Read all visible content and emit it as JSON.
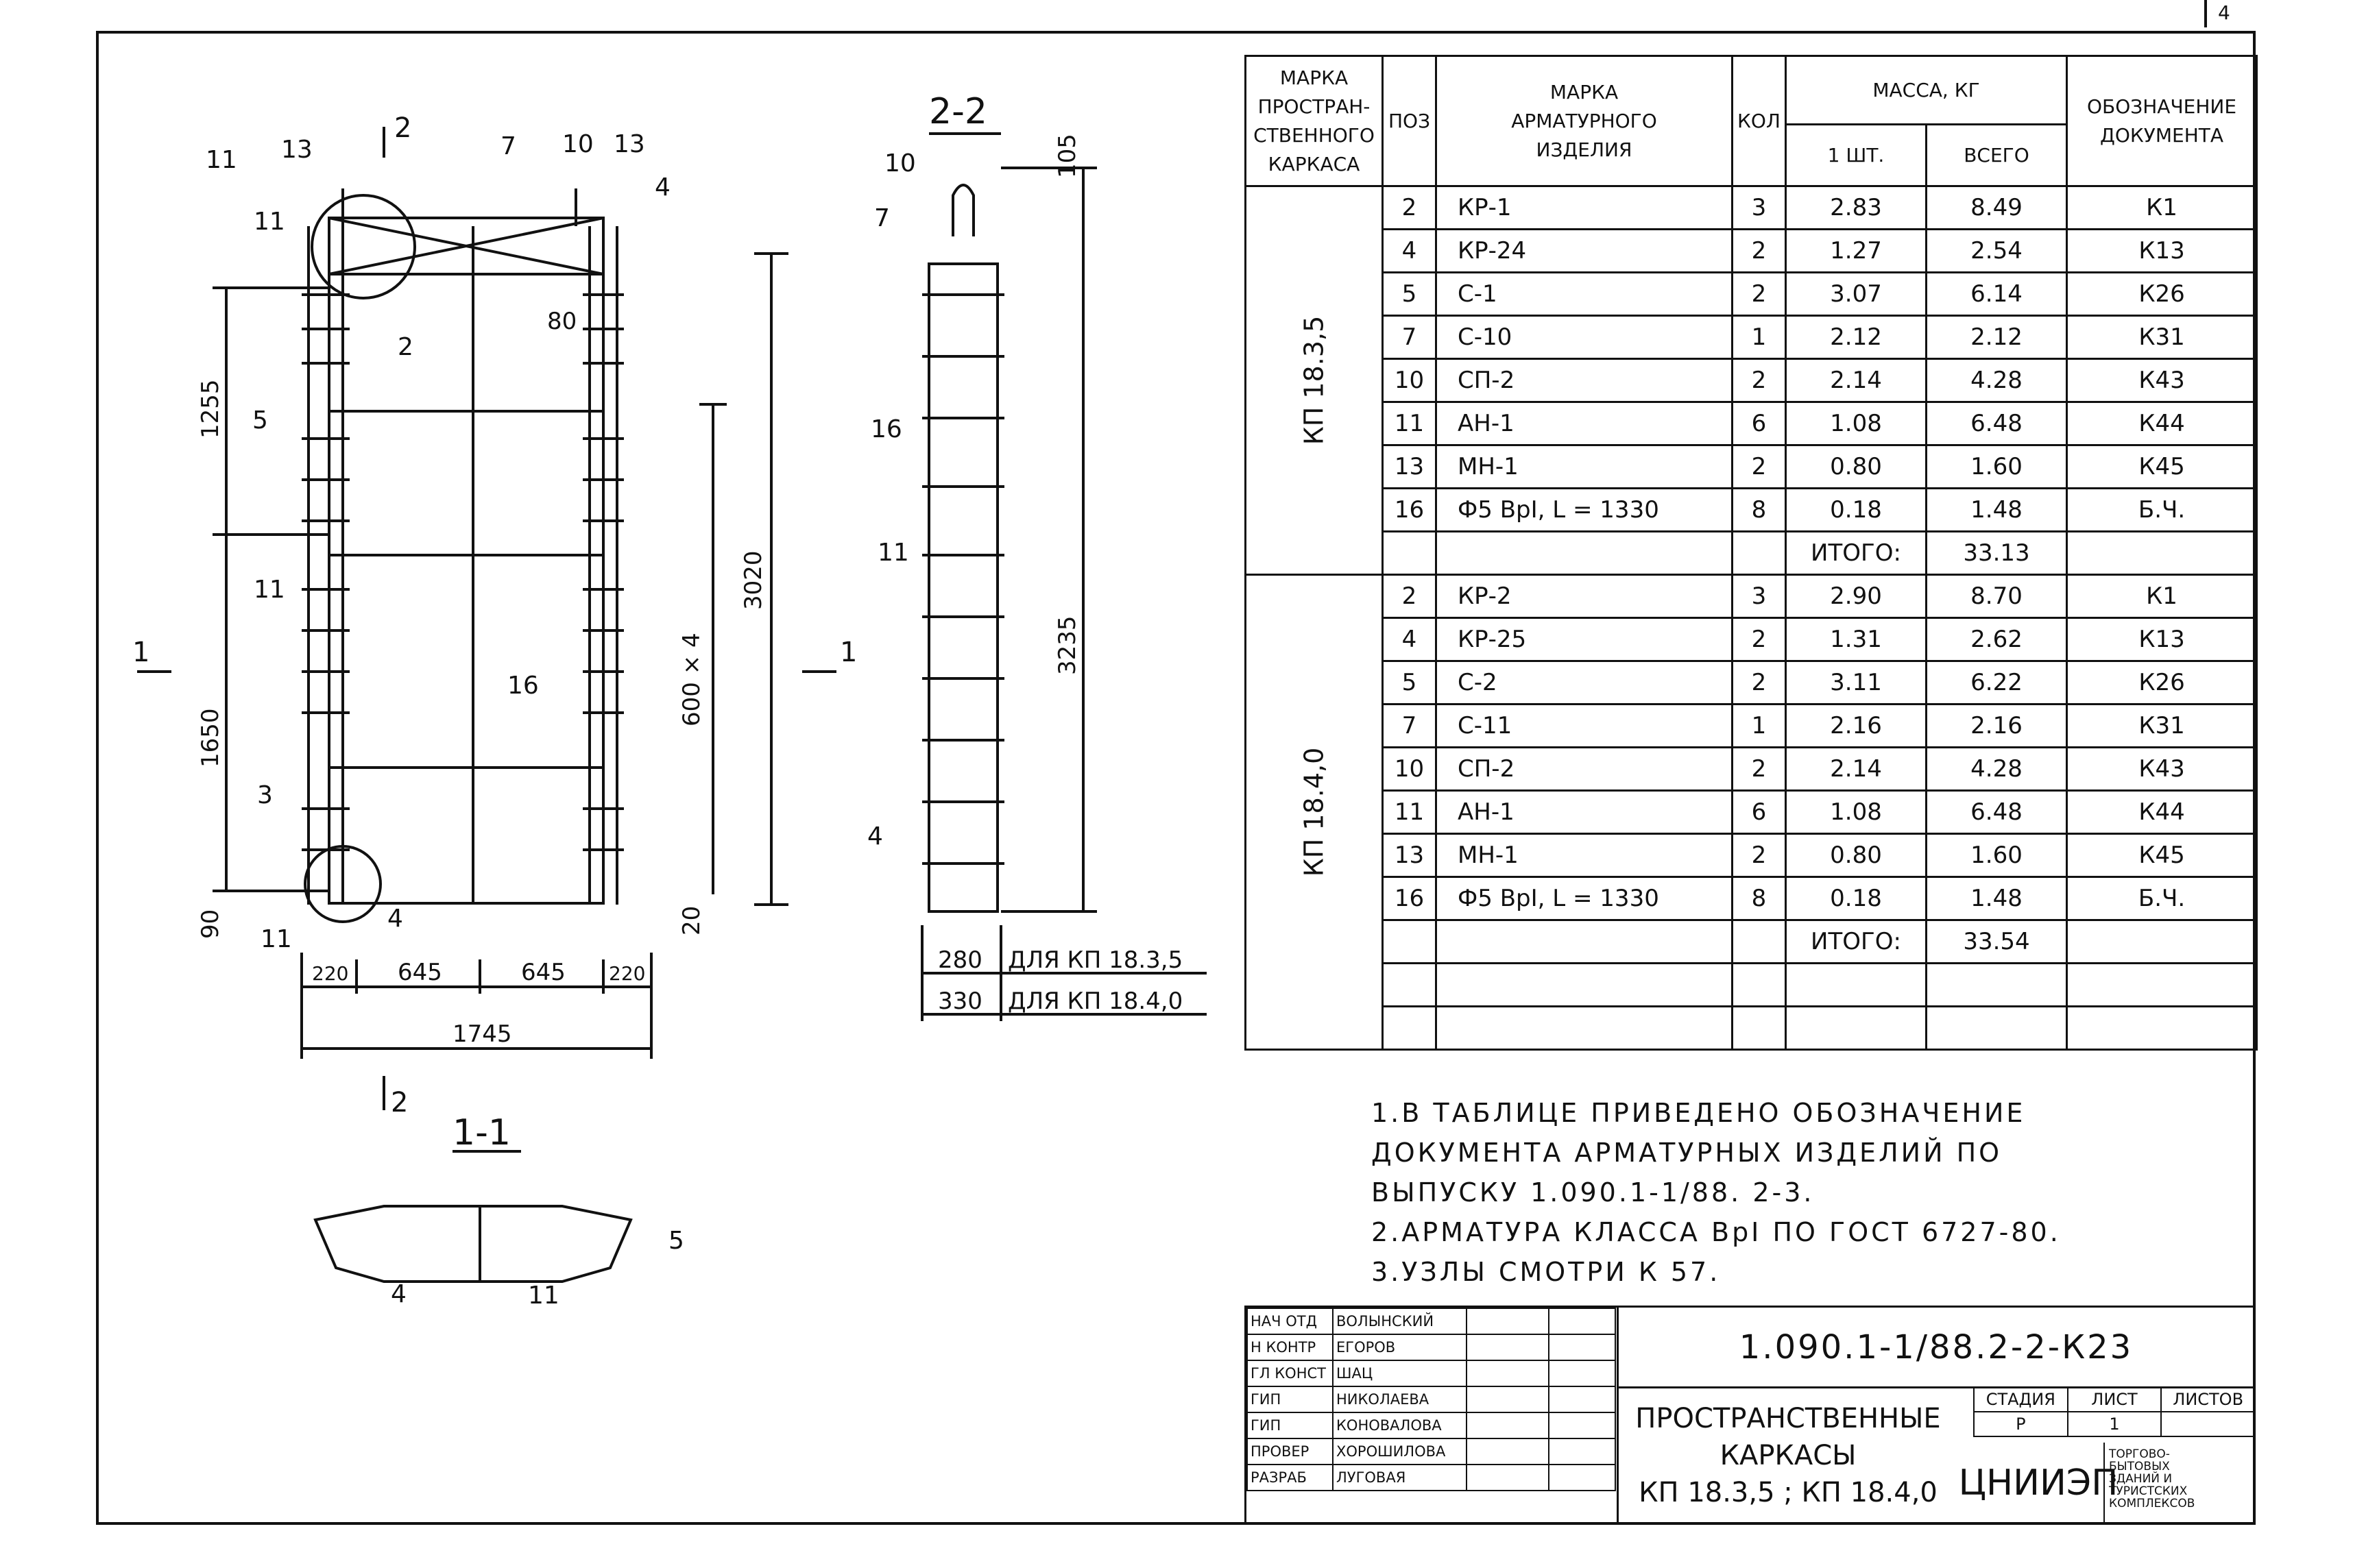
{
  "corner_number": "4",
  "sheet_drawing": {
    "section_label_2": "2",
    "section_label_1": "1",
    "section_title_22": "2-2",
    "section_title_11": "1-1",
    "pos_labels": [
      "11",
      "13",
      "11",
      "7",
      "10",
      "13",
      "4",
      "2",
      "5",
      "11",
      "3",
      "11",
      "4",
      "16",
      "10",
      "7",
      "16",
      "11",
      "4",
      "4",
      "11",
      "5"
    ],
    "dims": {
      "d1255": "1255",
      "d1650": "1650",
      "d90": "90",
      "d80": "80",
      "d3020": "3020",
      "d600x4": "600 × 4",
      "d20": "20",
      "d220a": "220",
      "d645a": "645",
      "d645b": "645",
      "d220b": "220",
      "d1745": "1745",
      "d105": "105",
      "d3235": "3235"
    },
    "width_rows": [
      {
        "value": "280",
        "label": "ДЛЯ КП 18.3,5"
      },
      {
        "value": "330",
        "label": "ДЛЯ КП 18.4,0"
      }
    ]
  },
  "table": {
    "headers": {
      "frame_mark": [
        "МАРКА",
        "ПРОСТРАН-",
        "СТВЕННОГО",
        "КАРКАСА"
      ],
      "pos": "ПОЗ",
      "item_mark": [
        "МАРКА",
        "АРМАТУРНОГО",
        "ИЗДЕЛИЯ"
      ],
      "qty": "КОЛ",
      "mass": "МАССА, КГ",
      "mass_one": "1 ШТ.",
      "mass_total": "ВСЕГО",
      "doc": [
        "ОБОЗНАЧЕНИЕ",
        "ДОКУМЕНТА"
      ]
    },
    "groups": [
      {
        "name": "КП 18.3,5",
        "rows": [
          {
            "pos": "2",
            "mark": "КР-1",
            "qty": "3",
            "one": "2.83",
            "total": "8.49",
            "doc": "К1"
          },
          {
            "pos": "4",
            "mark": "КР-24",
            "qty": "2",
            "one": "1.27",
            "total": "2.54",
            "doc": "К13"
          },
          {
            "pos": "5",
            "mark": "С-1",
            "qty": "2",
            "one": "3.07",
            "total": "6.14",
            "doc": "К26"
          },
          {
            "pos": "7",
            "mark": "С-10",
            "qty": "1",
            "one": "2.12",
            "total": "2.12",
            "doc": "К31"
          },
          {
            "pos": "10",
            "mark": "СП-2",
            "qty": "2",
            "one": "2.14",
            "total": "4.28",
            "doc": "К43"
          },
          {
            "pos": "11",
            "mark": "АН-1",
            "qty": "6",
            "one": "1.08",
            "total": "6.48",
            "doc": "К44"
          },
          {
            "pos": "13",
            "mark": "МН-1",
            "qty": "2",
            "one": "0.80",
            "total": "1.60",
            "doc": "К45"
          },
          {
            "pos": "16",
            "mark": "Ф5 ВрI, L = 1330",
            "qty": "8",
            "one": "0.18",
            "total": "1.48",
            "doc": "Б.Ч."
          }
        ],
        "total_label": "ИТОГО:",
        "total": "33.13"
      },
      {
        "name": "КП 18.4,0",
        "rows": [
          {
            "pos": "2",
            "mark": "КР-2",
            "qty": "3",
            "one": "2.90",
            "total": "8.70",
            "doc": "К1"
          },
          {
            "pos": "4",
            "mark": "КР-25",
            "qty": "2",
            "one": "1.31",
            "total": "2.62",
            "doc": "К13"
          },
          {
            "pos": "5",
            "mark": "С-2",
            "qty": "2",
            "one": "3.11",
            "total": "6.22",
            "doc": "К26"
          },
          {
            "pos": "7",
            "mark": "С-11",
            "qty": "1",
            "one": "2.16",
            "total": "2.16",
            "doc": "К31"
          },
          {
            "pos": "10",
            "mark": "СП-2",
            "qty": "2",
            "one": "2.14",
            "total": "4.28",
            "doc": "К43"
          },
          {
            "pos": "11",
            "mark": "АН-1",
            "qty": "6",
            "one": "1.08",
            "total": "6.48",
            "doc": "К44"
          },
          {
            "pos": "13",
            "mark": "МН-1",
            "qty": "2",
            "one": "0.80",
            "total": "1.60",
            "doc": "К45"
          },
          {
            "pos": "16",
            "mark": "Ф5 ВрI, L = 1330",
            "qty": "8",
            "one": "0.18",
            "total": "1.48",
            "doc": "Б.Ч."
          }
        ],
        "total_label": "ИТОГО:",
        "total": "33.54"
      }
    ]
  },
  "notes": [
    "1.В ТАБЛИЦЕ ПРИВЕДЕНО ОБОЗНАЧЕНИЕ",
    "ДОКУМЕНТА АРМАТУРНЫХ ИЗДЕЛИЙ ПО",
    "ВЫПУСКУ 1.090.1-1/88. 2-3.",
    " 2.АРМАТУРА КЛАССА ВрI ПО ГОСТ 6727-80.",
    " 3.УЗЛЫ СМОТРИ К 57."
  ],
  "title_block": {
    "signatures": [
      {
        "role": "НАЧ ОТД",
        "name": "ВОЛЫНСКИЙ"
      },
      {
        "role": "Н КОНТР",
        "name": "ЕГОРОВ"
      },
      {
        "role": "ГЛ КОНСТ",
        "name": "ШАЦ"
      },
      {
        "role": "ГИП",
        "name": "НИКОЛАЕВА"
      },
      {
        "role": "ГИП",
        "name": "КОНОВАЛОВА"
      },
      {
        "role": "ПРОВЕР",
        "name": "ХОРОШИЛОВА"
      },
      {
        "role": "РАЗРАБ",
        "name": "ЛУГОВАЯ"
      }
    ],
    "doc_code": "1.090.1-1/88.2-2-К23",
    "title_lines": [
      "ПРОСТРАНСТВЕННЫЕ",
      "КАРКАСЫ",
      "КП 18.3,5 ; КП 18.4,0"
    ],
    "stage_header": "СТАДИЯ",
    "sheet_header": "ЛИСТ",
    "sheets_header": "ЛИСТОВ",
    "stage": "Р",
    "sheet": "1",
    "sheets": "",
    "org": "ЦНИИЭП",
    "org_sub": [
      "ТОРГОВО-",
      "БЫТОВЫХ",
      "ЗДАНИЙ И",
      "ТУРИСТСКИХ",
      "КОМПЛЕКСОВ"
    ]
  }
}
